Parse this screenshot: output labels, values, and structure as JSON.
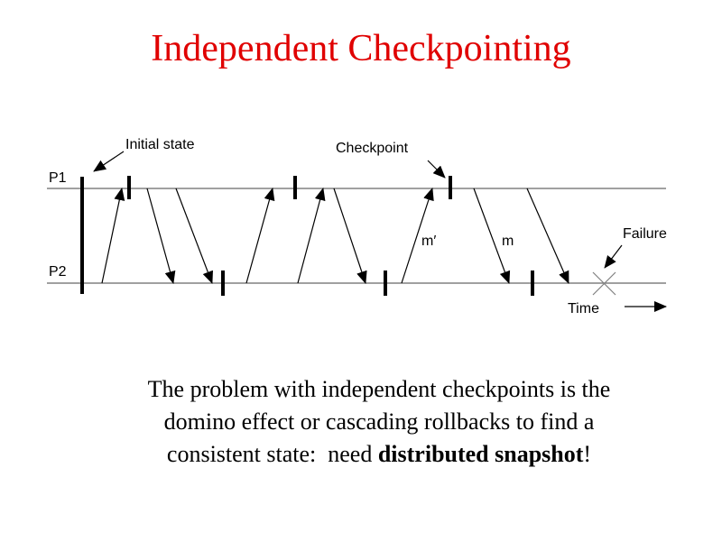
{
  "title": "Independent Checkpointing",
  "colors": {
    "title": "#e00000",
    "lines": "#000000",
    "timelines": "#808080",
    "failure": "#808080"
  },
  "diagram": {
    "p1_label": "P1",
    "p2_label": "P2",
    "initial_state_label": "Initial state",
    "checkpoint_label": "Checkpoint",
    "failure_label": "Failure",
    "time_label": "Time",
    "message_m_prime_label": "m′",
    "message_m_label": "m"
  },
  "caption": {
    "line1": "The problem with independent checkpoints is the",
    "line2": "domino effect or cascading rollbacks to find a",
    "line3_prefix": "consistent state:  need ",
    "line3_bold": "distributed snapshot",
    "line3_suffix": "!"
  }
}
